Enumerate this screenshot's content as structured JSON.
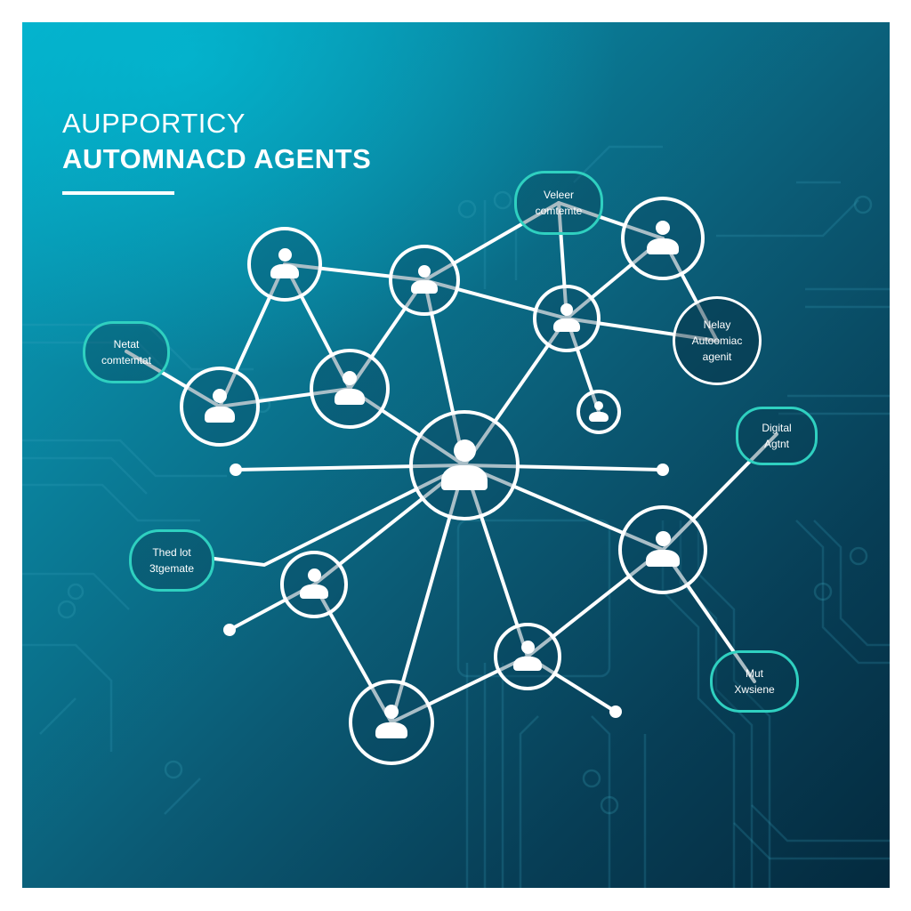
{
  "header": {
    "title_line1": "AUPPORTICY",
    "title_line2": "AUTOMNACD AGENTS"
  },
  "colors": {
    "panel_gradient_start": "#06a9c4",
    "panel_gradient_end": "#042a3e",
    "node_stroke": "#ffffff",
    "label_bubble_border": "#2fd0c0",
    "circuit_trace": "#2a8fa8"
  },
  "labels": [
    {
      "id": "veleer",
      "line1": "Veleer",
      "line2": "comtemte"
    },
    {
      "id": "netat",
      "line1": "Netat",
      "line2": "comtemtat"
    },
    {
      "id": "nelay",
      "line1": "Nelay",
      "line2": "Autoomiac",
      "line3": "agenit"
    },
    {
      "id": "digital",
      "line1": "Digital",
      "line2": "Agtnt"
    },
    {
      "id": "thed",
      "line1": "Thed lot",
      "line2": "3tgemate"
    },
    {
      "id": "mut",
      "line1": "Mut",
      "line2": "Xwsiene"
    }
  ],
  "nodes": [
    {
      "id": "n1",
      "icon": "person-icon"
    },
    {
      "id": "n2",
      "icon": "person-icon"
    },
    {
      "id": "n3",
      "icon": "person-icon"
    },
    {
      "id": "n4",
      "icon": "person-icon"
    },
    {
      "id": "n5",
      "icon": "person-icon"
    },
    {
      "id": "n6",
      "icon": "person-icon"
    },
    {
      "id": "n7",
      "icon": "person-icon"
    },
    {
      "id": "hub",
      "icon": "person-icon"
    },
    {
      "id": "n8",
      "icon": "person-icon"
    },
    {
      "id": "n9",
      "icon": "person-icon"
    },
    {
      "id": "n10",
      "icon": "person-icon"
    },
    {
      "id": "n11",
      "icon": "person-icon"
    }
  ]
}
